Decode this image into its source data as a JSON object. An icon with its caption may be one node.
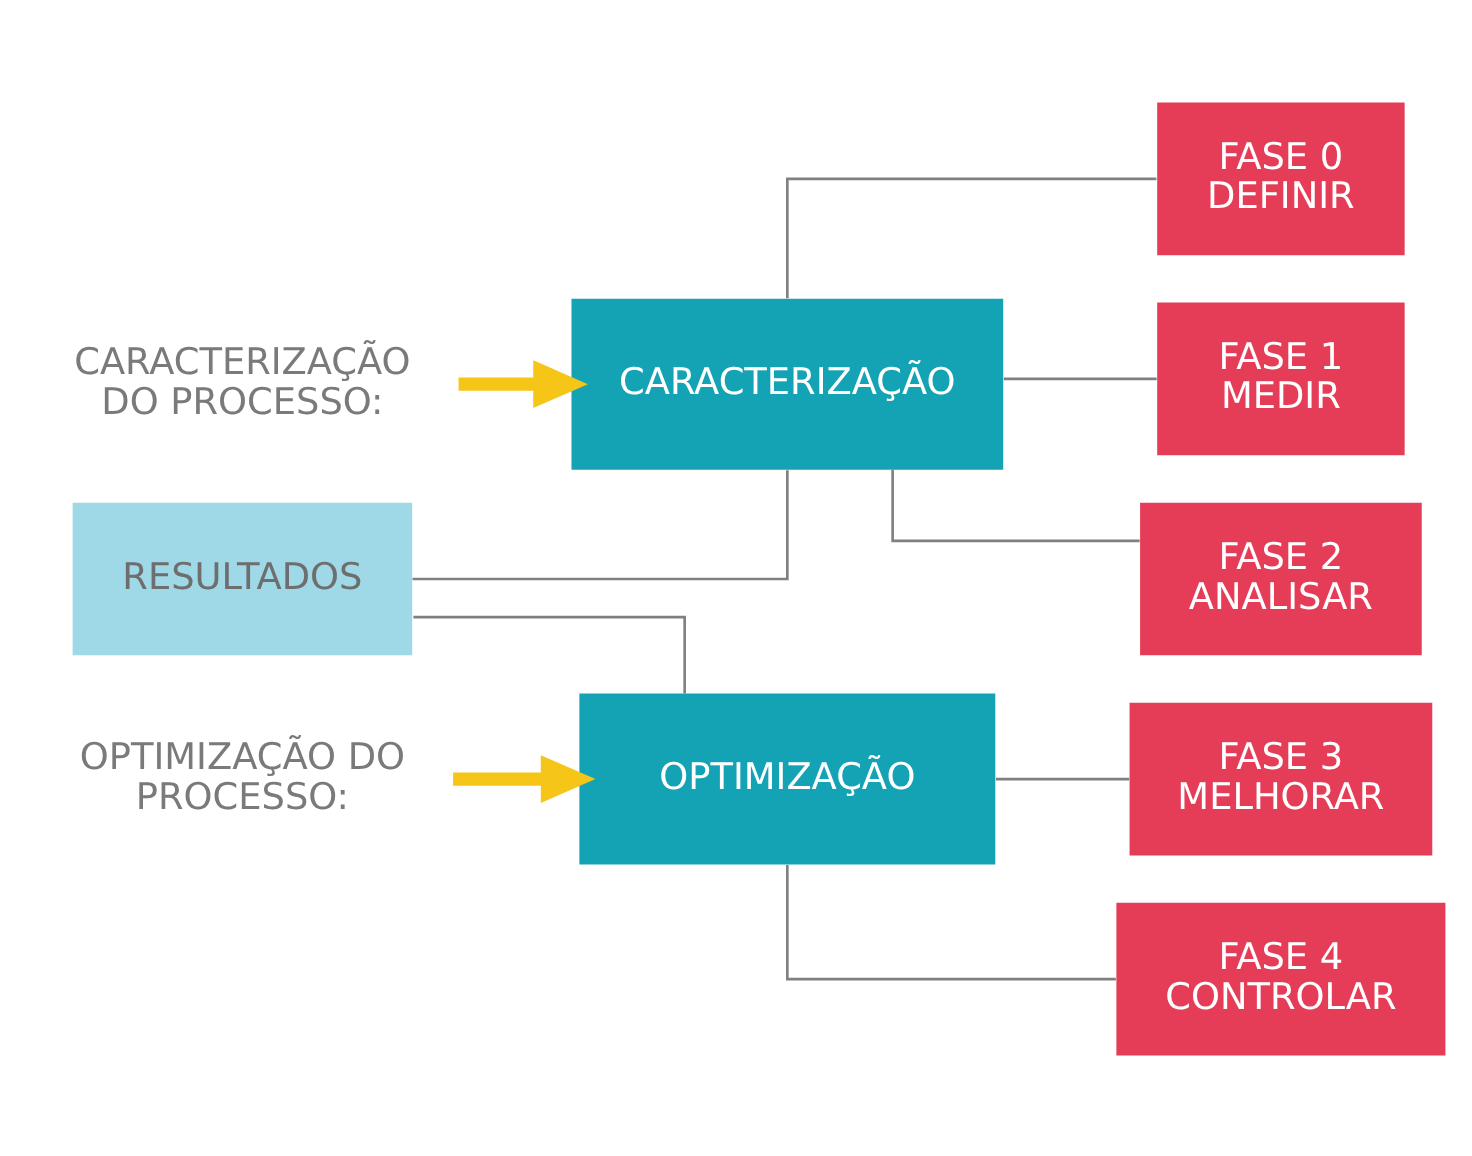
{
  "diagram": {
    "nodes": [
      {
        "text": [
          "CARACTERIZAÇÃO DO PROCESSO:"
        ]
      },
      {
        "text": [
          "RESULTADOS"
        ]
      },
      {
        "text": [
          "CARACTERIZAÇÃO"
        ]
      },
      {
        "text": [
          "OPTIMIZAÇÃO"
        ]
      },
      {
        "text": [
          "FASE 0 DEFINIR"
        ]
      },
      {
        "text": [
          "FASE 1 MEDIR"
        ]
      },
      {
        "text": [
          "FASE 2 ANALISAR"
        ]
      },
      {
        "text": [
          "FASE 3 MELHORAR"
        ]
      },
      {
        "text": [
          "FASE 4 CONTROLAR"
        ]
      },
      {
        "text": [
          "OPTIMIZAÇÃO DO PROCESSO:"
        ]
      }
    ],
    "edges": [
      {
        "from": 1,
        "to": 2,
        "arrow": "none"
      },
      {
        "from": 1,
        "to": 3,
        "arrow": "none"
      },
      {
        "from": 2,
        "to": 4,
        "arrow": "none"
      },
      {
        "from": 2,
        "to": 5,
        "arrow": "none"
      },
      {
        "from": 2,
        "to": 6,
        "arrow": "none"
      },
      {
        "from": 3,
        "to": 7,
        "arrow": "none"
      },
      {
        "from": 3,
        "to": 8,
        "arrow": "none"
      },
      {
        "from": 0,
        "to": 2,
        "arrow": "to",
        "style": "thick",
        "color": "#f5c518"
      },
      {
        "from": 9,
        "to": 3,
        "arrow": "to",
        "style": "thick",
        "color": "#f5c518"
      }
    ]
  }
}
